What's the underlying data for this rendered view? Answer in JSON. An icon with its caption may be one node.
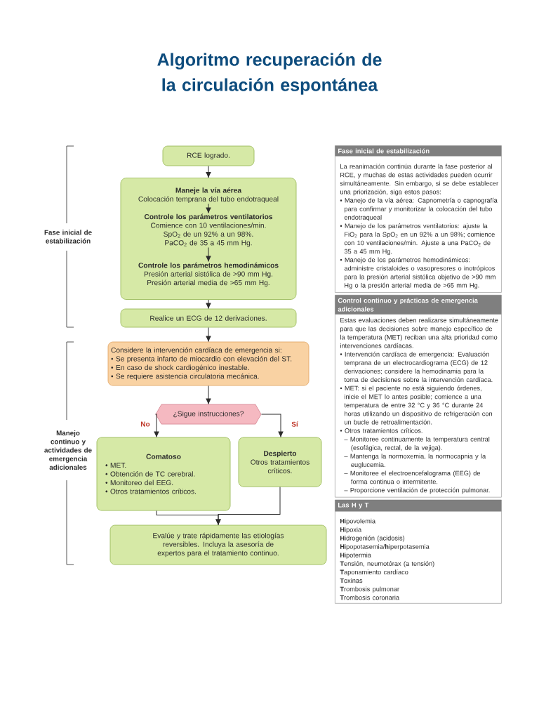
{
  "diagram": {
    "title": "Algoritmo recuperación de la circulación espontánea",
    "nodes": [
      {
        "text": [
          "RCE logrado."
        ]
      },
      {
        "text": [],
        "shape": "box"
      },
      {
        "text": [
          "Maneje la vía aérea",
          "Colocación temprana del tubo endotraqueal"
        ],
        "in": 1
      },
      {
        "text": [
          "Controle los parámetros ventilatorios",
          "Comience con 10 ventilaciones/min.",
          "SpO$_{2}$ de un 92% a un 98%.",
          "PaCO$_{2}$ de 35 a 45 mm Hg."
        ],
        "in": 1
      },
      {
        "text": [
          "Controle los parámetros hemodinámicos",
          "Presión arterial sistólica de >90 mm Hg.",
          "Presión arterial media de >65 mm Hg."
        ],
        "in": 1
      },
      {
        "text": [
          "Realice un ECG de 12 derivaciones."
        ]
      },
      {
        "text": [
          "Considere la intervención cardíaca de emergencia si:",
          "• Se presenta infarto de miocardio con elevación del ST.",
          "• En caso de shock cardiogénico inestable.",
          "• Se requiere asistencia circulatoria mecánica."
        ]
      },
      {
        "text": [
          "¿Sigue instrucciones?"
        ]
      },
      {
        "text": [
          "Comatoso",
          "• MET.",
          "• Obtención de TC cerebral.",
          "• Monitoreo del EEG.",
          "• Otros tratamientos críticos."
        ]
      },
      {
        "text": [
          "Despierto",
          "Otros tratamientos críticos."
        ]
      },
      {
        "text": [
          "Evalúe y trate rápidamente las etiologías reversibles. Incluya la asesoría de expertos para el tratamiento continuo."
        ]
      },
      {
        "text": [
          "Fase inicial de estabilización",
          "La reanimación continúa durante la fase posterior al RCE, y muchas de estas actividades pueden ocurrir simultáneamente. Sin embargo, si se debe establecer una priorización, siga estos pasos:",
          "• Manejo de la vía aérea: Capnometría o capnografía para confirmar y monitorizar la colocación del tubo endotraqueal",
          "• Manejo de los parámetros ventilatorios: ajuste la FiO$_{2}$ para la SpO$_{2}$ en un 92% a un 98%; comience con 10 ventilaciones/min. Ajuste a una PaCO$_{2}$ de 35 a 45 mm Hg.",
          "• Manejo de los parámetros hemodinámicos: administre cristaloides o vasopresores o inotrópicos para la presión arterial sistólica objetivo de >90 mm Hg o la presión arterial media de >65 mm Hg."
        ]
      },
      {
        "text": [
          "Control continuo y prácticas de emergencia adicionales",
          "Estas evaluaciones deben realizarse simultáneamente para que las decisiones sobre manejo específico de la temperatura (MET) reciban una alta prioridad como intervenciones cardíacas.",
          "• Intervención cardíaca de emergencia: Evaluación temprana de un electrocardiograma (ECG) de 12 derivaciones; considere la hemodinamia para la toma de decisiones sobre la intervención cardíaca.",
          "• MET: si el paciente no está siguiendo órdenes, inicie el MET lo antes posible; comience a una temperatura de entre 32 °C y 36 °C durante 24 horas utilizando un dispositivo de refrigeración con un bucle de retroalimentación.",
          "• Otros tratamientos críticos.",
          "– Monitoree continuamente la temperatura central (esofágica, rectal, de la vejiga).",
          "– Mantenga la normoxemia, la normocapnia y la euglucemia.",
          "– Monitoree el electroencefalograma (EEG) de forma continua o intermitente.",
          "– Proporcione ventilación de protección pulmonar."
        ]
      },
      {
        "text": [
          "Las H y T",
          "**H**ipovolemia",
          "**H**ipoxia",
          "**H**idrogenión (acidosis)",
          "**H**ipopotasemia/**h**iperpotasemia",
          "**H**ipotermia",
          "**T**ensión, neumotórax (a tensión)",
          "**T**aponamiento cardíaco",
          "**T**oxinas",
          "**T**rombosis pulmonar",
          "**T**rombosis coronaria"
        ]
      }
    ],
    "edges": [
      {
        "from": 0,
        "to": 1,
        "arrow": "to"
      },
      {
        "from": 2,
        "to": 3,
        "arrow": "to"
      },
      {
        "from": 3,
        "to": 4,
        "arrow": "to"
      },
      {
        "from": 1,
        "to": 5,
        "arrow": "to"
      },
      {
        "from": 5,
        "to": 6,
        "arrow": "to"
      },
      {
        "from": 6,
        "to": 7,
        "arrow": "to"
      },
      {
        "from": 7,
        "to": 8,
        "arrow": "to",
        "label": "No"
      },
      {
        "from": 7,
        "to": 9,
        "arrow": "to",
        "label": "Sí"
      },
      {
        "from": 8,
        "to": 10,
        "arrow": "to"
      },
      {
        "from": 9,
        "to": 10,
        "arrow": "to"
      }
    ],
    "labels": [
      "Fase inicial de estabilización",
      "Manejo continuo y actividades de emergencia adicionales"
    ]
  }
}
